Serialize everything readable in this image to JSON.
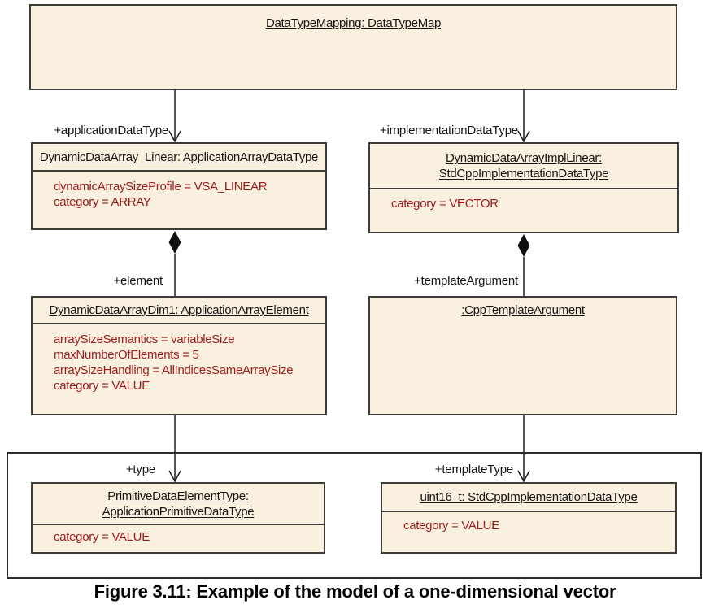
{
  "diagram_type": "uml-object-diagram",
  "caption": "Figure 3.11: Example of the model of a one-dimensional vector",
  "colors": {
    "box_fill": "#FAF0DF",
    "box_border": "#3C3C38",
    "attribute_text": "#9E1B1B",
    "connector": "#1A1A1A",
    "background": "#FFFFFF"
  },
  "nodes": {
    "data_type_mapping": {
      "title": "DataTypeMapping: DataTypeMap",
      "attributes": []
    },
    "app_array": {
      "title": "DynamicDataArray_Linear: ApplicationArrayDataType",
      "attributes": [
        "dynamicArraySizeProfile = VSA_LINEAR",
        "category = ARRAY"
      ]
    },
    "impl_linear": {
      "title_lines": [
        "DynamicDataArrayImplLinear:",
        "StdCppImplementationDataType"
      ],
      "attributes": [
        "category = VECTOR"
      ]
    },
    "array_dim1": {
      "title": "DynamicDataArrayDim1: ApplicationArrayElement",
      "attributes": [
        "arraySizeSemantics = variableSize",
        "maxNumberOfElements = 5",
        "arraySizeHandling = AllIndicesSameArraySize",
        "category = VALUE"
      ]
    },
    "cpp_template_arg": {
      "title": ":CppTemplateArgument",
      "attributes": []
    },
    "primitive_elem": {
      "title_lines": [
        "PrimitiveDataElementType:",
        "ApplicationPrimitiveDataType"
      ],
      "attributes": [
        "category = VALUE"
      ]
    },
    "uint16": {
      "title": "uint16_t: StdCppImplementationDataType",
      "attributes": [
        "category = VALUE"
      ]
    }
  },
  "edges": [
    {
      "from": "DataTypeMapping",
      "to": "DynamicDataArray_Linear",
      "label": "+applicationDataType",
      "style": "open-arrow"
    },
    {
      "from": "DataTypeMapping",
      "to": "DynamicDataArrayImplLinear",
      "label": "+implementationDataType",
      "style": "open-arrow"
    },
    {
      "from": "DynamicDataArray_Linear",
      "to": "DynamicDataArrayDim1",
      "label": "+element",
      "style": "composition-diamond"
    },
    {
      "from": "DynamicDataArrayImplLinear",
      "to": "CppTemplateArgument",
      "label": "+templateArgument",
      "style": "composition-diamond"
    },
    {
      "from": "DynamicDataArrayDim1",
      "to": "PrimitiveDataElementType",
      "label": "+type",
      "style": "open-arrow"
    },
    {
      "from": "CppTemplateArgument",
      "to": "uint16_t",
      "label": "+templateType",
      "style": "open-arrow"
    }
  ]
}
